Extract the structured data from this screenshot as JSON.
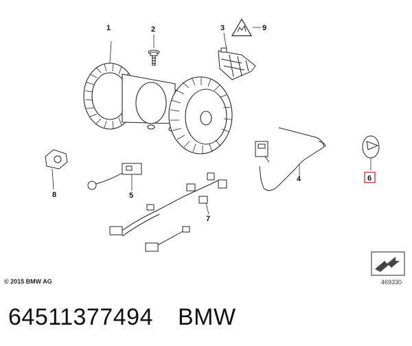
{
  "callouts": [
    "1",
    "2",
    "3",
    "9",
    "4",
    "6",
    "8",
    "5",
    "7"
  ],
  "highlight_color": "#d9223c",
  "copyright": "© 2015 BMW AG",
  "diagram_ref": "469330",
  "caption": {
    "part_number": "64511377494",
    "brand": "BMW"
  },
  "icons": [
    "blower-motor-icon",
    "screw-icon",
    "resistor-icon",
    "warning-triangle-icon",
    "cable-harness-icon",
    "clip-icon",
    "sensor-icon",
    "next-page-arrow-icon"
  ]
}
